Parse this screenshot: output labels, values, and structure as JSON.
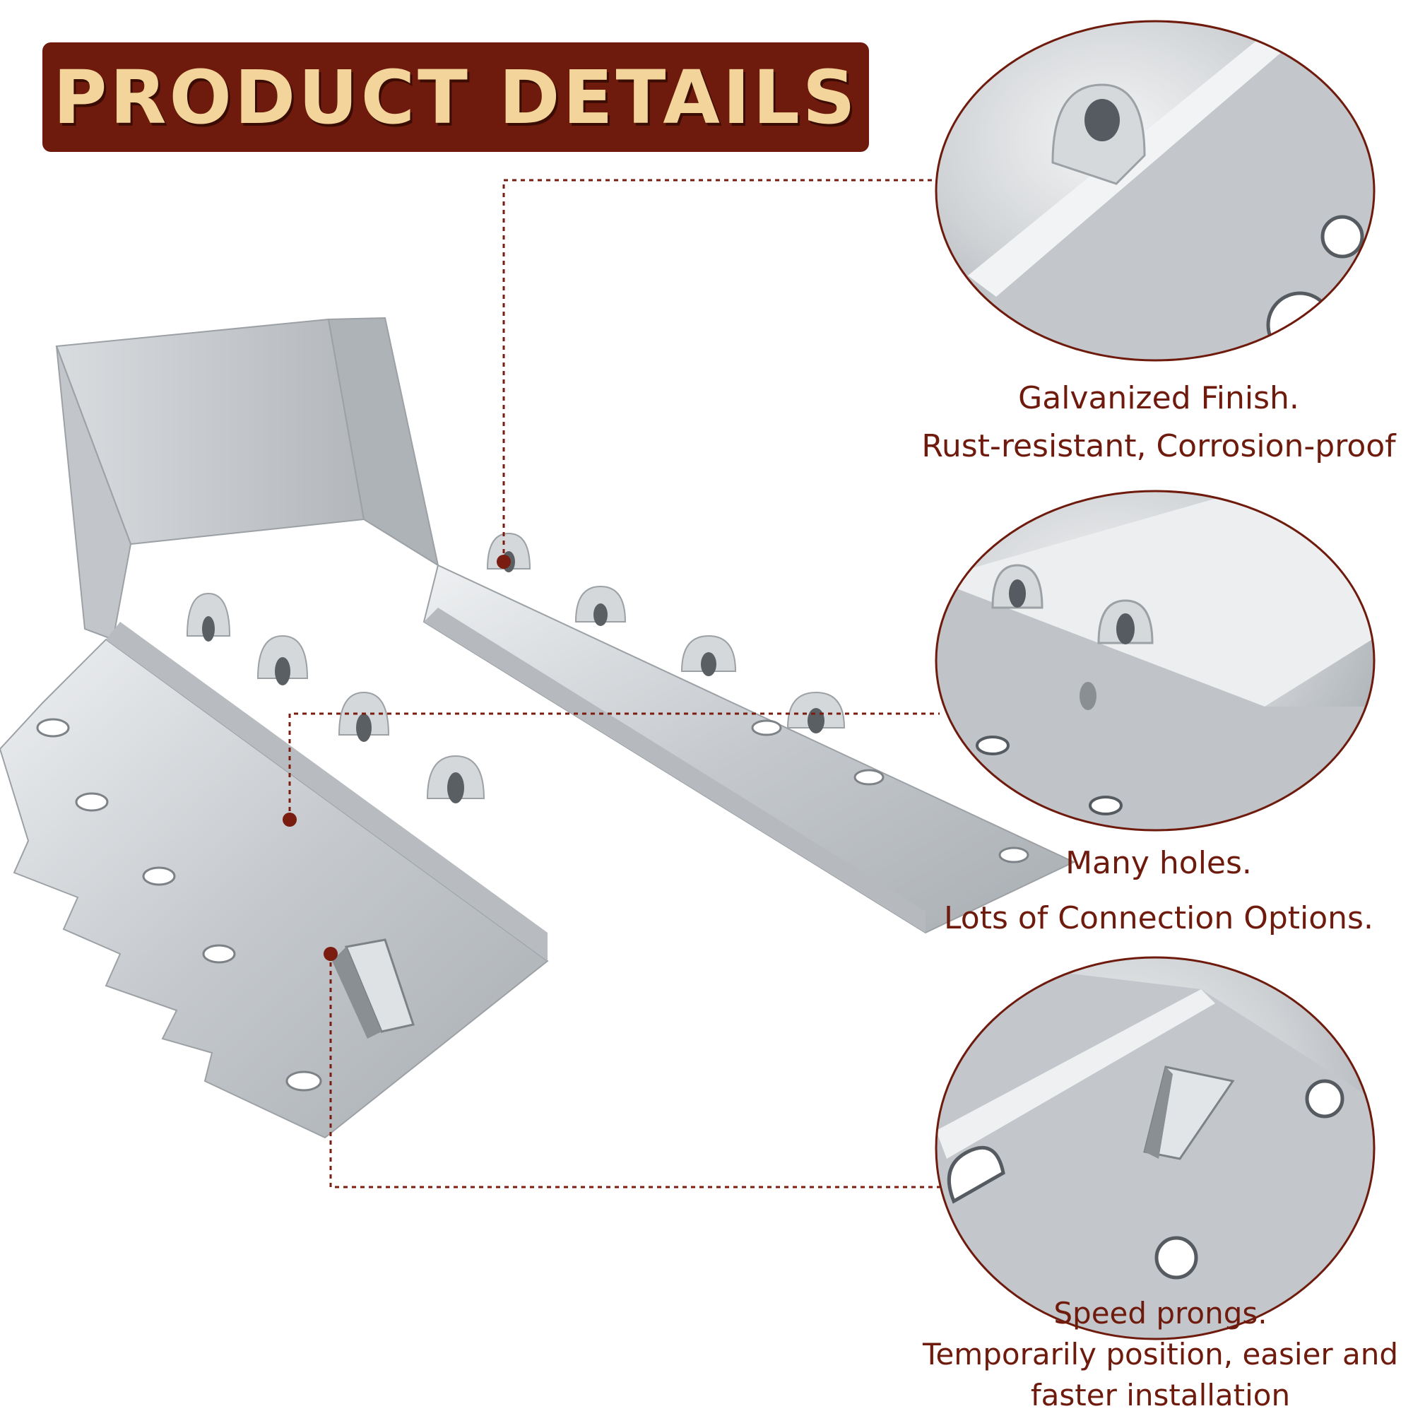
{
  "banner": {
    "title": "PRODUCT DETAILS"
  },
  "callouts": [
    {
      "line1": "Galvanized Finish.",
      "line2": "Rust-resistant, Corrosion-proof"
    },
    {
      "line1": "Many holes.",
      "line2": "Lots of Connection Options."
    },
    {
      "line1": "Speed prongs.",
      "line2": "Temporarily position, easier and",
      "line3": "faster installation"
    }
  ],
  "colors": {
    "accent": "#6e1a0c",
    "title_text": "#f3d49a",
    "metal": "#c9cdd1",
    "dot": "#7a1c10"
  }
}
